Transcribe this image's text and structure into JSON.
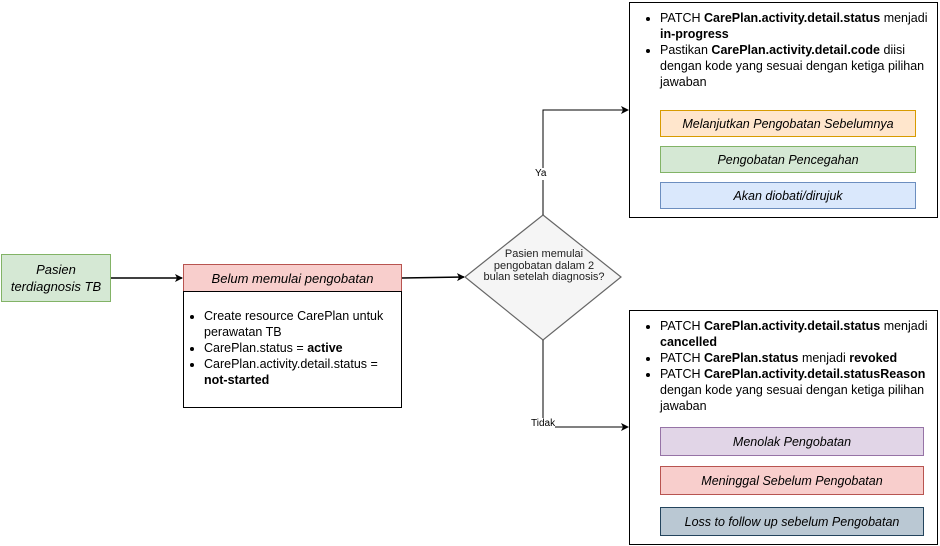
{
  "start": {
    "label": "Pasien terdiagnosis TB"
  },
  "state": {
    "title": "Belum memulai pengobatan",
    "bullets": [
      {
        "text": "Create resource CarePlan untuk perawatan TB",
        "bold": ""
      },
      {
        "text": "CarePlan.status = ",
        "bold": "active"
      },
      {
        "text": "CarePlan.activity.detail.status = ",
        "bold": "not-started"
      }
    ]
  },
  "decision": {
    "question": "Pasien memulai pengobatan dalam 2 bulan setelah diagnosis?"
  },
  "edges": {
    "yes_label": "Ya",
    "no_label": "Tidak"
  },
  "yes_panel": {
    "b1_pre": "PATCH ",
    "b1_bold": "CarePlan.activity.detail.status",
    "b1_mid": " menjadi ",
    "b1_bold2": "in-progress",
    "b2_pre": "Pastikan ",
    "b2_bold": "CarePlan.activity.detail.code",
    "b2_post": " diisi dengan kode yang sesuai dengan ketiga pilihan jawaban",
    "options": [
      "Melanjutkan Pengobatan Sebelumnya",
      "Pengobatan Pencegahan",
      "Akan diobati/dirujuk"
    ]
  },
  "no_panel": {
    "b1_pre": "PATCH ",
    "b1_bold": "CarePlan.activity.detail.status",
    "b1_mid": " menjadi ",
    "b1_bold2": "cancelled",
    "b2_pre": "PATCH ",
    "b2_bold": "CarePlan.status",
    "b2_mid": " menjadi ",
    "b2_bold2": "revoked",
    "b3_pre": "PATCH ",
    "b3_bold": "CarePlan.activity.detail.statusReason",
    "b3_post": " dengan kode yang sesuai dengan ketiga pilihan jawaban",
    "options": [
      "Menolak Pengobatan",
      "Meninggal Sebelum Pengobatan",
      "Loss to follow up sebelum Pengobatan"
    ]
  }
}
